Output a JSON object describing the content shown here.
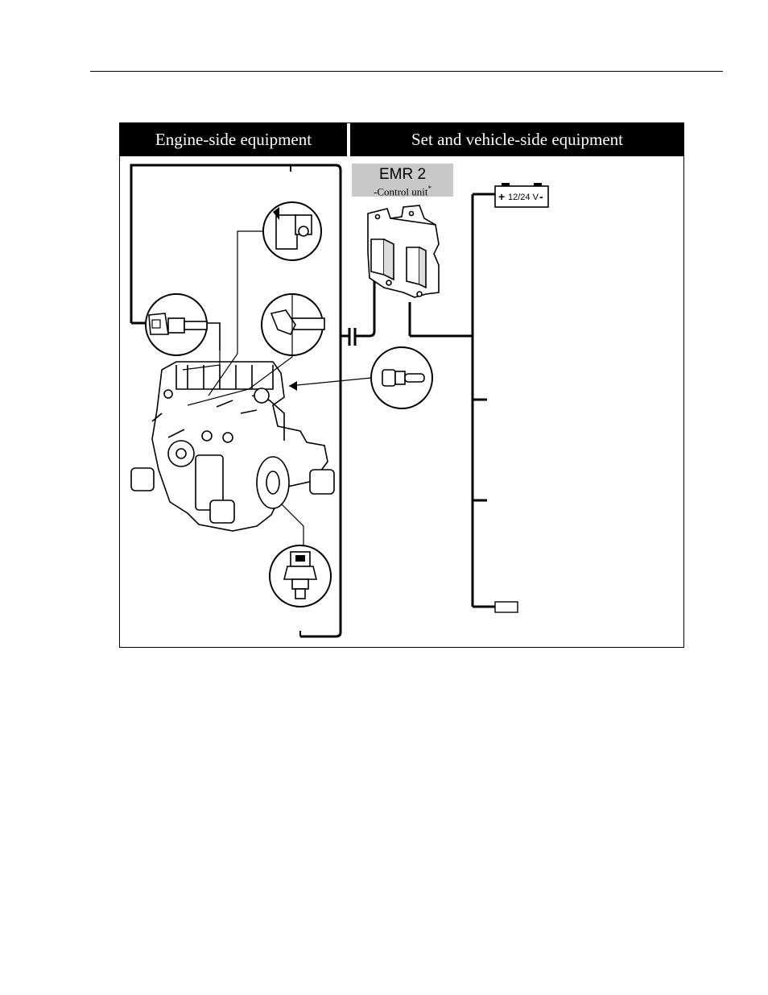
{
  "headers": {
    "engine_side": "Engine-side equipment",
    "vehicle_side": "Set and vehicle-side equipment"
  },
  "control_unit": {
    "title": "EMR 2",
    "subtitle": "-Control unit",
    "marker": "*"
  },
  "battery": {
    "plus": "+",
    "label": "12/24 V",
    "minus": "-"
  },
  "icons": [
    "engine-illustration-icon",
    "speed-sensor-icon",
    "actuator-icon",
    "temperature-sensor-icon",
    "oil-pressure-sensor-icon",
    "charge-air-sensor-icon",
    "control-unit-icon",
    "battery-icon",
    "connector-icon"
  ]
}
